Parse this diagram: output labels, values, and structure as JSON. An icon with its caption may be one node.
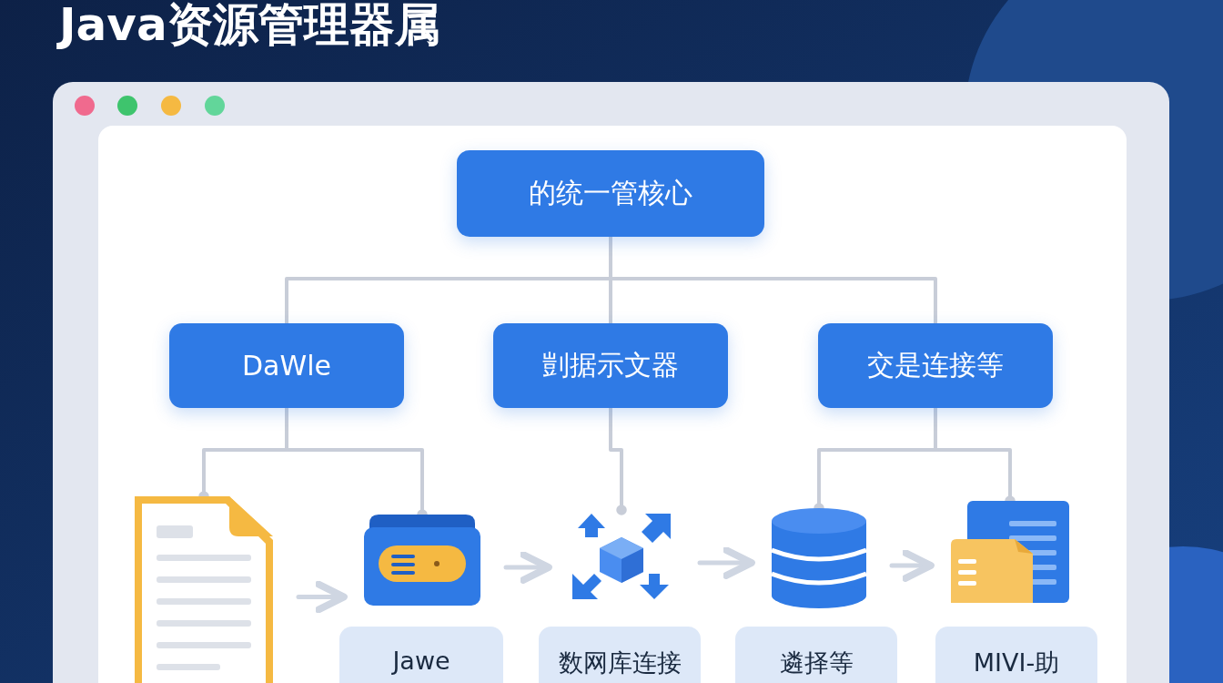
{
  "diagram": {
    "title": "Java资源管理器属",
    "nodes": [
      {
        "text": [
          "的统一管核心"
        ]
      },
      {
        "text": [
          "DaWle"
        ]
      },
      {
        "text": [
          "剴据示文器"
        ]
      },
      {
        "text": [
          "交是连接等"
        ]
      },
      {
        "text": [],
        "shape": "picture"
      },
      {
        "text": [],
        "shape": "picture"
      },
      {
        "text": [],
        "shape": "picture"
      },
      {
        "text": [],
        "shape": "cylinder"
      },
      {
        "text": [],
        "shape": "picture"
      },
      {
        "text": [
          "Jawe"
        ]
      },
      {
        "text": [
          "数网库连接"
        ]
      },
      {
        "text": [
          "遴择等"
        ]
      },
      {
        "text": [
          "MIVI-助"
        ]
      }
    ],
    "edges": [
      {
        "from": 0,
        "to": 1,
        "arrow": "none"
      },
      {
        "from": 0,
        "to": 2,
        "arrow": "none"
      },
      {
        "from": 0,
        "to": 3,
        "arrow": "none"
      },
      {
        "from": 1,
        "to": 4,
        "arrow": "other"
      },
      {
        "from": 1,
        "to": 5,
        "arrow": "other"
      },
      {
        "from": 2,
        "to": 6,
        "arrow": "other"
      },
      {
        "from": 3,
        "to": 7,
        "arrow": "other"
      },
      {
        "from": 3,
        "to": 8,
        "arrow": "other"
      },
      {
        "from": 4,
        "to": 5,
        "arrow": "to"
      },
      {
        "from": 5,
        "to": 6,
        "arrow": "to"
      },
      {
        "from": 6,
        "to": 7,
        "arrow": "to"
      },
      {
        "from": 7,
        "to": 8,
        "arrow": "to"
      }
    ]
  }
}
